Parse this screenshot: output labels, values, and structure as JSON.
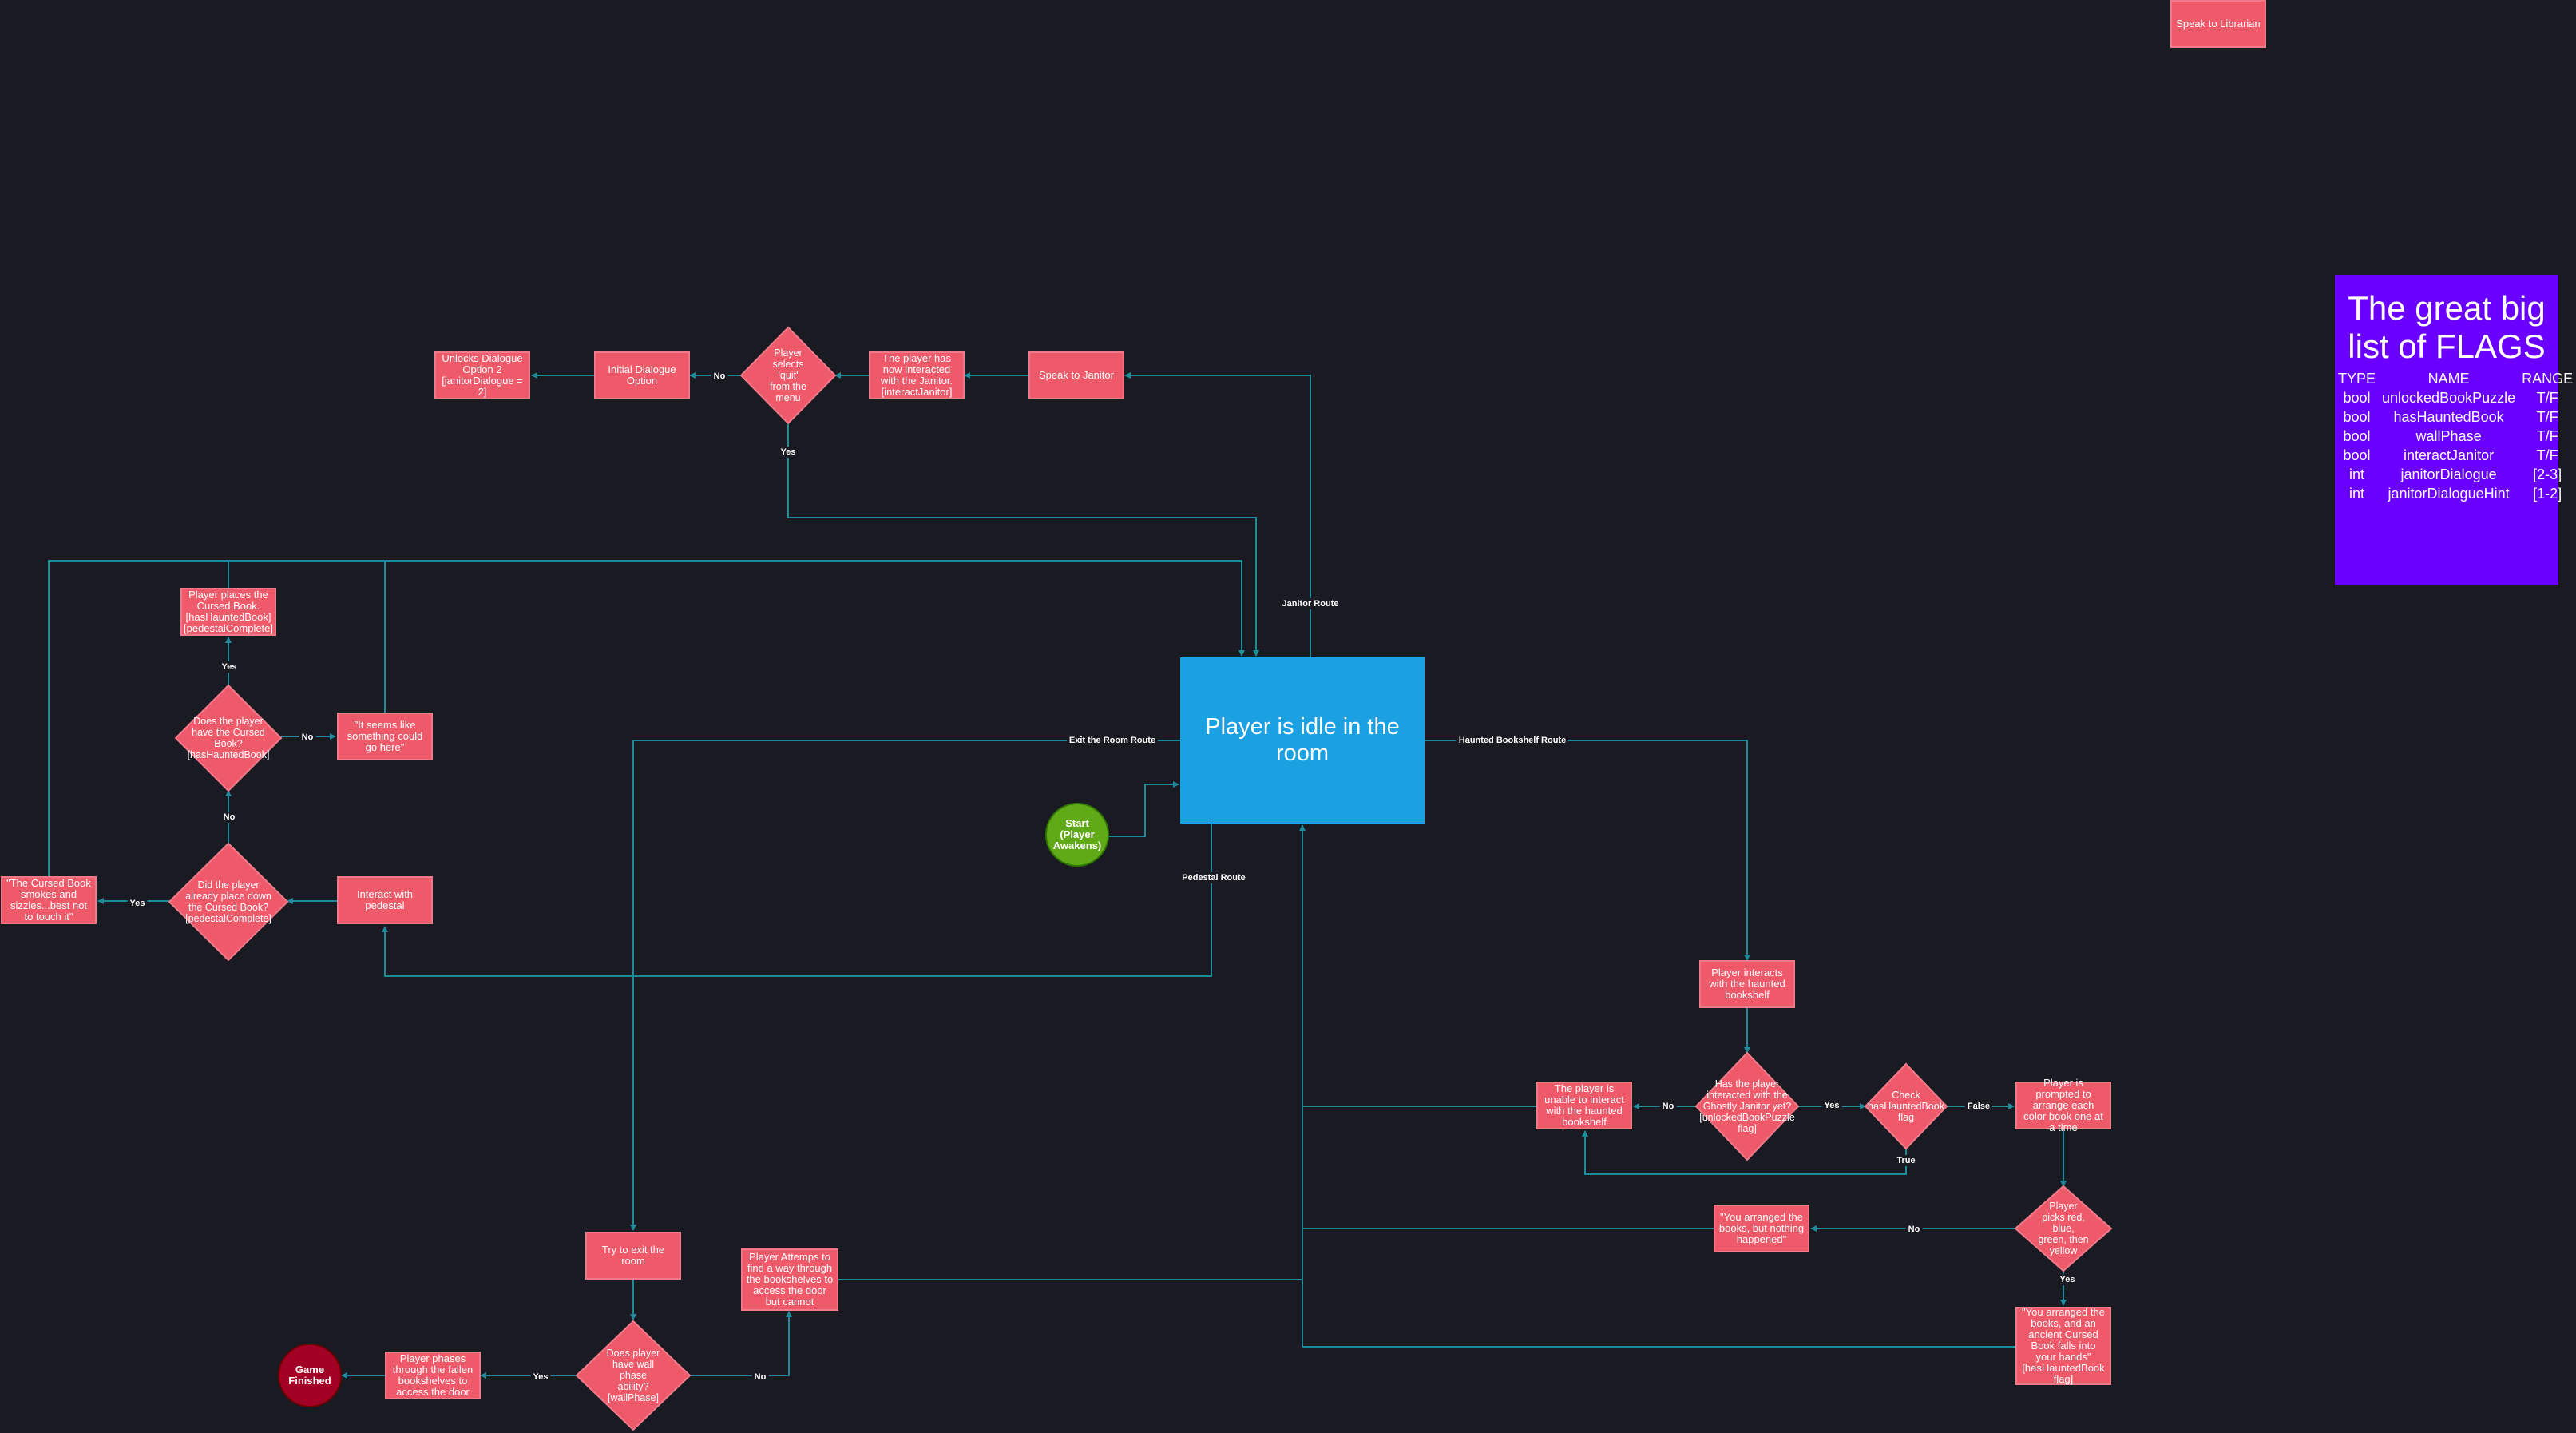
{
  "colors": {
    "background": "#1a1a22",
    "process": "#ef5a6b",
    "decision": "#ef5a6b",
    "connector": "#1f8a9a",
    "idle": "#1ba1e2",
    "start": "#60a917",
    "end": "#a20025",
    "flags_panel": "#6a00ff"
  },
  "nodes": {
    "speak_librarian": "Speak to Librarian",
    "idle": "Player is idle in the room",
    "start": "Start (Player Awakens)",
    "speak_janitor": "Speak to Janitor",
    "interacted_janitor": "The player has now interacted with the Janitor. [interactJanitor]",
    "quit_menu": "Player selects 'quit' from the menu",
    "initial_dialogue": "Initial Dialogue Option",
    "unlocks_dialogue": "Unlocks Dialogue Option 2 [janitorDialogue = 2]",
    "places_cursed": "Player places the Cursed Book. [hasHauntedBook] [pedestalComplete]",
    "has_cursed": "Does the player have the Cursed Book? [hasHauntedBook]",
    "seems_like": "\"It seems like something could go here\"",
    "already_placed": "Did the player already place down the Cursed Book? [pedestalComplete]",
    "cursed_smokes": "\"The Cursed Book smokes and sizzles...best not to touch it\"",
    "interact_pedestal": "Interact with pedestal",
    "interacts_bookshelf": "Player interacts with the haunted bookshelf",
    "ghostly_janitor": "Has the player interacted with the Ghostly Janitor yet? [unlockedBookPuzzle flag]",
    "unable_bookshelf": "The player is unable to interact with the haunted bookshelf",
    "check_haunted": "Check hasHauntedBook flag",
    "prompted_arrange": "Player is prompted to arrange each color book one at a time",
    "picks_colors": "Player picks red, blue, green, then yellow",
    "nothing_happened": "\"You arranged the books, but nothing happened\"",
    "ancient_cursed": "\"You arranged the books, and an ancient Cursed Book falls into your hands\" [hasHauntedBook flag]",
    "try_exit": "Try to exit the room",
    "attempts_find": "Player Attemps to find a way through the bookshelves to access the door but cannot",
    "wall_phase": "Does player have wall phase ability? [wallPhase]",
    "phases_through": "Player phases through the fallen bookshelves to access the door",
    "game_finished": "Game Finished"
  },
  "edge_labels": {
    "janitor_route": "Janitor Route",
    "exit_route": "Exit the Room Route",
    "haunted_route": "Haunted Bookshelf Route",
    "pedestal_route": "Pedestal Route",
    "no": "No",
    "yes": "Yes",
    "true": "True",
    "false": "False"
  },
  "flags": {
    "title": "The great big list of FLAGS",
    "headers": [
      "TYPE",
      "NAME",
      "RANGE"
    ],
    "rows": [
      [
        "bool",
        "unlockedBookPuzzle",
        "T/F"
      ],
      [
        "bool",
        "hasHauntedBook",
        "T/F"
      ],
      [
        "bool",
        "wallPhase",
        "T/F"
      ],
      [
        "bool",
        "interactJanitor",
        "T/F"
      ],
      [
        "int",
        "janitorDialogue",
        "[2-3]"
      ],
      [
        "int",
        "janitorDialogueHint",
        "[1-2]"
      ]
    ]
  }
}
